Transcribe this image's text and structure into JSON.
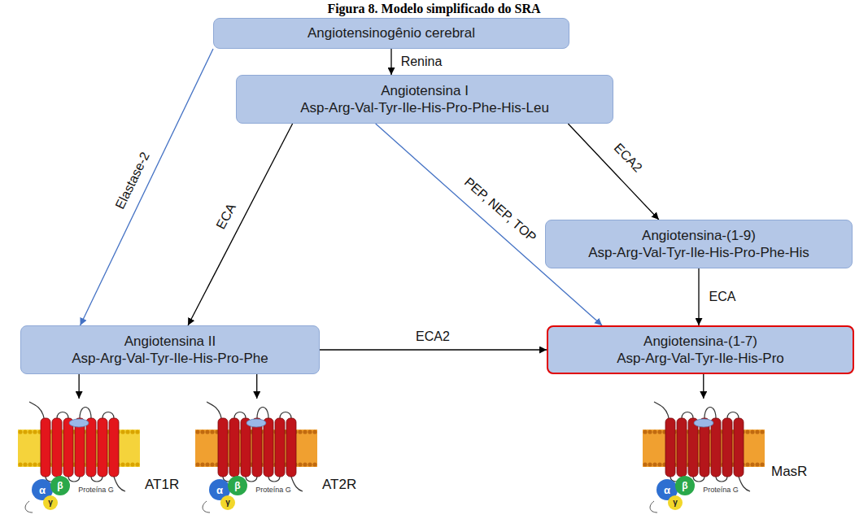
{
  "diagram": {
    "title": "Figura 8. Modelo simplificado do SRA",
    "nodes": [
      {
        "text": [
          "Angiotensinogênio cerebral"
        ]
      },
      {
        "text": [
          "Angiotensina I",
          "Asp-Arg-Val-Tyr-Ile-His-Pro-Phe-His-Leu"
        ]
      },
      {
        "text": [
          "Angiotensina-(1-9)",
          "Asp-Arg-Val-Tyr-Ile-His-Pro-Phe-His"
        ]
      },
      {
        "text": [
          "Angiotensina II",
          "Asp-Arg-Val-Tyr-Ile-His-Pro-Phe"
        ]
      },
      {
        "text": [
          "Angiotensina-(1-7)",
          "Asp-Arg-Val-Tyr-Ile-His-Pro"
        ]
      },
      {
        "text": [
          "AT1R"
        ]
      },
      {
        "text": [
          "AT2R"
        ]
      },
      {
        "text": [
          "MasR"
        ]
      }
    ],
    "edges": [
      {
        "from": 0,
        "to": 1,
        "label": "Renina",
        "arrow": "to"
      },
      {
        "from": 0,
        "to": 3,
        "label": "Elastase-2",
        "arrow": "to"
      },
      {
        "from": 1,
        "to": 3,
        "label": "ECA",
        "arrow": "to"
      },
      {
        "from": 1,
        "to": 4,
        "label": "PEP, NEP, TOP",
        "arrow": "to"
      },
      {
        "from": 1,
        "to": 2,
        "label": "ECA2",
        "arrow": "to"
      },
      {
        "from": 2,
        "to": 4,
        "label": "ECA",
        "arrow": "to"
      },
      {
        "from": 3,
        "to": 4,
        "label": "ECA2",
        "arrow": "to"
      },
      {
        "from": 3,
        "to": 5,
        "arrow": "to"
      },
      {
        "from": 3,
        "to": 6,
        "arrow": "to"
      },
      {
        "from": 4,
        "to": 7,
        "arrow": "to"
      }
    ],
    "labels": [
      "α",
      "β",
      "γ",
      "Proteína G",
      "α",
      "β",
      "γ",
      "Proteína G",
      "α",
      "β",
      "γ",
      "Proteína G"
    ]
  }
}
